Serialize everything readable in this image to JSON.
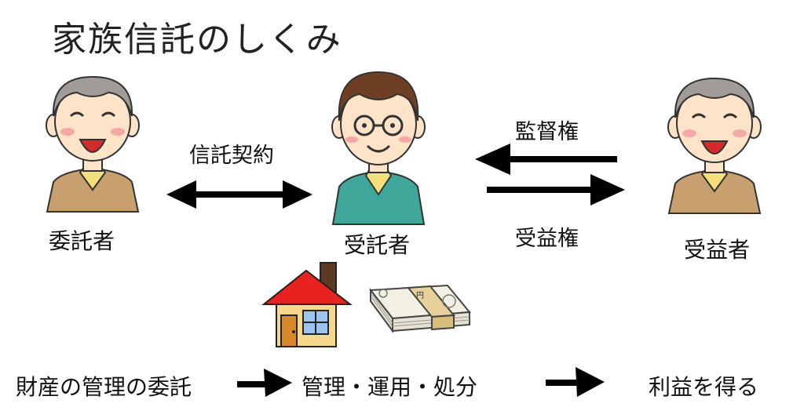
{
  "title": "家族信託のしくみ",
  "roles": {
    "settlor": "委託者",
    "trustee": "受託者",
    "beneficiary": "受益者"
  },
  "relations": {
    "trust_contract": "信託契約",
    "supervision_right": "監督権",
    "beneficial_right": "受益権"
  },
  "flow": {
    "step1": "財産の管理の委託",
    "step2": "管理・運用・処分",
    "step3": "利益を得る"
  },
  "money_label": "円",
  "colors": {
    "house_roof": "#e8231f",
    "house_wall": "#f6d88a",
    "money": "#f2efe3",
    "band": "#e8d09a",
    "skin": "#fde3c8",
    "hair_gray": "#a19c97",
    "hair_brown": "#6e3f23",
    "shirt_tan": "#c8a06d",
    "shirt_teal": "#3fa69a"
  }
}
